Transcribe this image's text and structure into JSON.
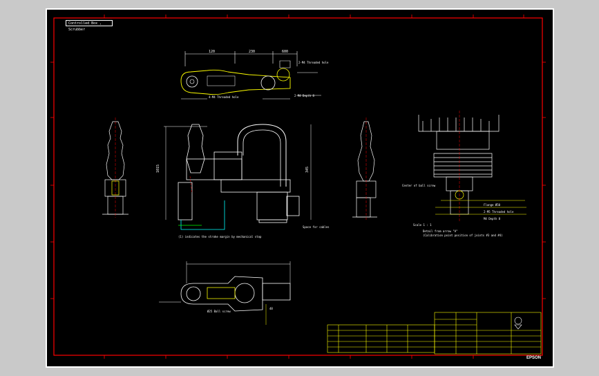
{
  "drawing": {
    "view_tag": "Controlled Box , Scrubber",
    "notes": {
      "scara_note": "(1) indicates the stroke margin by mechanical stop",
      "base_note": "Space for cables",
      "detail_a": "Detail from arrow \"A\"",
      "detail_b": "(Calibration point position of joints #3 and #4)",
      "scale_label": "Scale 1 : 1"
    },
    "dims": {
      "top_a": "120",
      "top_b": "230",
      "top_c": "600",
      "side_h": "1015",
      "side_w": "345",
      "tool_dia": "48"
    },
    "callouts": {
      "c1": "2-M4 Threaded hole",
      "c2": "4-M4 Threaded hole",
      "c3": "2-M4 Depth 8",
      "c4": "Center of ball screw",
      "c5": "Flange Ø50",
      "c6": "2-M5 Threaded hole",
      "c7": "M4 Depth 8",
      "c8": "Ø25 Ball screw"
    },
    "title_block": {
      "company": "EPSON"
    }
  },
  "colors": {
    "sheet": "#000000",
    "line": "#ffffff",
    "border": "#ff0000",
    "yellow": "#ffff00",
    "cyan": "#00ffff",
    "green": "#00ff00"
  }
}
